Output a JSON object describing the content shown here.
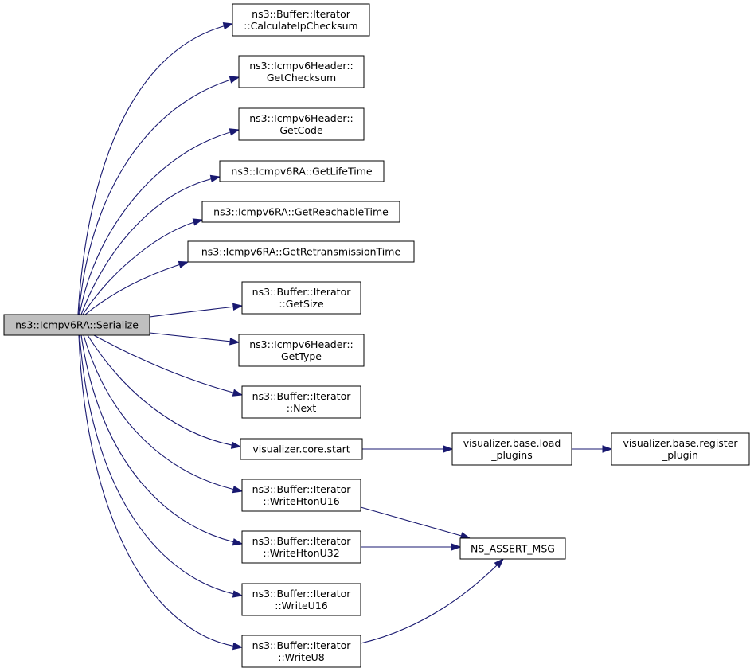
{
  "diagram": {
    "root": {
      "id": "serialize",
      "lines": [
        "ns3::Icmpv6RA::Serialize"
      ]
    },
    "nodes": [
      {
        "id": "calc_ip_checksum",
        "lines": [
          "ns3::Buffer::Iterator",
          "::CalculateIpChecksum"
        ]
      },
      {
        "id": "get_checksum",
        "lines": [
          "ns3::Icmpv6Header::",
          "GetChecksum"
        ]
      },
      {
        "id": "get_code",
        "lines": [
          "ns3::Icmpv6Header::",
          "GetCode"
        ]
      },
      {
        "id": "get_life_time",
        "lines": [
          "ns3::Icmpv6RA::GetLifeTime"
        ]
      },
      {
        "id": "get_reachable_time",
        "lines": [
          "ns3::Icmpv6RA::GetReachableTime"
        ]
      },
      {
        "id": "get_retransmission_time",
        "lines": [
          "ns3::Icmpv6RA::GetRetransmissionTime"
        ]
      },
      {
        "id": "get_size",
        "lines": [
          "ns3::Buffer::Iterator",
          "::GetSize"
        ]
      },
      {
        "id": "get_type",
        "lines": [
          "ns3::Icmpv6Header::",
          "GetType"
        ]
      },
      {
        "id": "next",
        "lines": [
          "ns3::Buffer::Iterator",
          "::Next"
        ]
      },
      {
        "id": "core_start",
        "lines": [
          "visualizer.core.start"
        ]
      },
      {
        "id": "write_hton_u16",
        "lines": [
          "ns3::Buffer::Iterator",
          "::WriteHtonU16"
        ]
      },
      {
        "id": "write_hton_u32",
        "lines": [
          "ns3::Buffer::Iterator",
          "::WriteHtonU32"
        ]
      },
      {
        "id": "write_u16",
        "lines": [
          "ns3::Buffer::Iterator",
          "::WriteU16"
        ]
      },
      {
        "id": "write_u8",
        "lines": [
          "ns3::Buffer::Iterator",
          "::WriteU8"
        ]
      },
      {
        "id": "load_plugins",
        "lines": [
          "visualizer.base.load",
          "_plugins"
        ]
      },
      {
        "id": "register_plugin",
        "lines": [
          "visualizer.base.register",
          "_plugin"
        ]
      },
      {
        "id": "ns_assert_msg",
        "lines": [
          "NS_ASSERT_MSG"
        ]
      }
    ],
    "edges": [
      [
        "serialize",
        "calc_ip_checksum"
      ],
      [
        "serialize",
        "get_checksum"
      ],
      [
        "serialize",
        "get_code"
      ],
      [
        "serialize",
        "get_life_time"
      ],
      [
        "serialize",
        "get_reachable_time"
      ],
      [
        "serialize",
        "get_retransmission_time"
      ],
      [
        "serialize",
        "get_size"
      ],
      [
        "serialize",
        "get_type"
      ],
      [
        "serialize",
        "next"
      ],
      [
        "serialize",
        "core_start"
      ],
      [
        "serialize",
        "write_hton_u16"
      ],
      [
        "serialize",
        "write_hton_u32"
      ],
      [
        "serialize",
        "write_u16"
      ],
      [
        "serialize",
        "write_u8"
      ],
      [
        "core_start",
        "load_plugins"
      ],
      [
        "load_plugins",
        "register_plugin"
      ],
      [
        "write_hton_u16",
        "ns_assert_msg"
      ],
      [
        "write_hton_u32",
        "ns_assert_msg"
      ],
      [
        "write_u8",
        "ns_assert_msg"
      ]
    ],
    "colors": {
      "edge": "#191970",
      "root_fill": "#bfbfbf",
      "node_fill": "#ffffff",
      "node_border": "#000000"
    }
  }
}
